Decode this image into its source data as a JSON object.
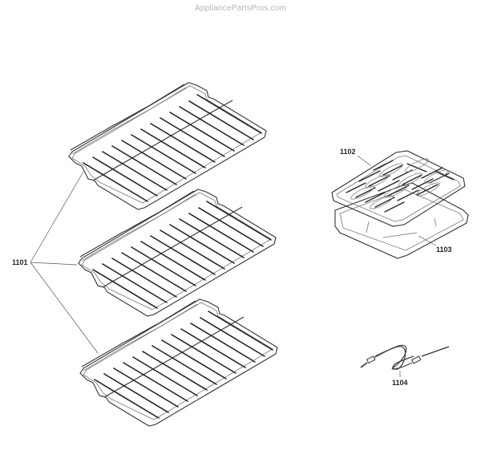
{
  "watermark": "AppliancePartsPros.com",
  "callouts": {
    "oven_racks": "1101",
    "broiler_grid": "1102",
    "broiler_pan": "1103",
    "probe": "1104"
  },
  "parts": [
    {
      "number": "1101",
      "description": "oven-rack",
      "count": 3
    },
    {
      "number": "1102",
      "description": "broiler-grid"
    },
    {
      "number": "1103",
      "description": "broiler-pan"
    },
    {
      "number": "1104",
      "description": "meat-probe"
    }
  ]
}
